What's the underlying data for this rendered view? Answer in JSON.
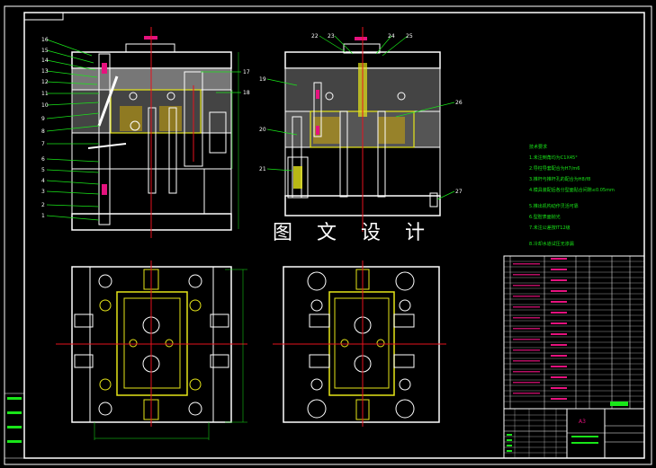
{
  "caption": "图 文 设 计",
  "notes": {
    "title": "技术要求",
    "items": [
      "1.未注倒角均为C1X45°",
      "2.导柱导套配合为H7/m6",
      "3.推杆与推杆孔的配合为H8/f8",
      "4.模具装配后各分型面贴合间隙≤0.05mm",
      "5.推出机构动作灵活可靠",
      "6.型腔表面抛光",
      "7.未注公差按IT12级",
      "8.冷却水道试压无渗漏"
    ]
  },
  "title_block": {
    "company": "A3",
    "drawing_no": ""
  },
  "colors": {
    "background": "#000000",
    "outline": "#ffffff",
    "leader": "#19e619",
    "centerline": "#e6121e",
    "magenta": "#e6127e",
    "yellow": "#e6e619",
    "hatch": "#aaaaaa"
  },
  "part_labels_left": [
    "16",
    "15",
    "14",
    "13",
    "12",
    "11",
    "10",
    "9",
    "8",
    "7",
    "6",
    "5",
    "4",
    "3",
    "2",
    "1"
  ],
  "part_labels_right": [
    "17",
    "18",
    "19",
    "20",
    "21",
    "22",
    "23",
    "24",
    "25",
    "26",
    "27"
  ]
}
